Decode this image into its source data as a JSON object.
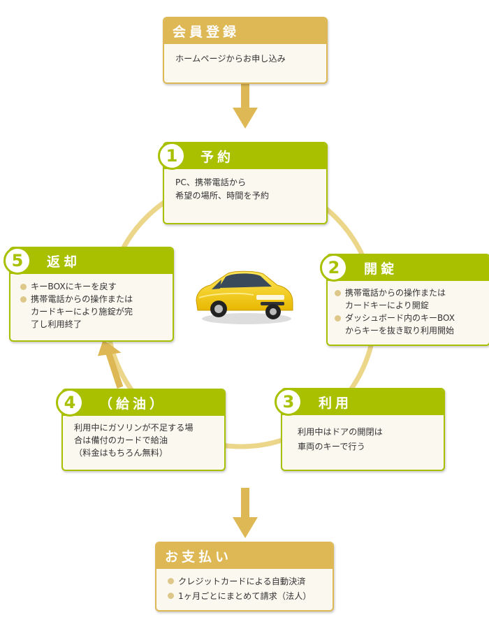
{
  "register": {
    "title": "会員登録",
    "text": "ホームページからお申し込み"
  },
  "steps": [
    {
      "number": "1",
      "title": "予約",
      "lines": [
        "PC、携帯電話から",
        "希望の場所、時間を予約"
      ]
    },
    {
      "number": "2",
      "title": "開錠",
      "bullets": [
        "携帯電話からの操作または\nカードキーにより開錠",
        "ダッシュボード内のキーBOX\nからキーを抜き取り利用開始"
      ]
    },
    {
      "number": "3",
      "title": "利用",
      "lines": [
        "利用中はドアの開閉は",
        "車両のキーで行う"
      ]
    },
    {
      "number": "4",
      "title": "（給油）",
      "lines": [
        "利用中にガソリンが不足する場",
        "合は備付のカードで給油",
        "（料金はもちろん無料）"
      ]
    },
    {
      "number": "5",
      "title": "返却",
      "bullets": [
        "キーBOXにキーを戻す",
        "携帯電話からの操作または\nカードキーにより施錠が完\n了し利用終了"
      ]
    }
  ],
  "payment": {
    "title": "お支払い",
    "bullets": [
      "クレジットカードによる自動決済",
      "1ヶ月ごとにまとめて請求（法人）"
    ]
  },
  "colors": {
    "gold": "#ddb855",
    "green": "#a8c000",
    "ring": "#ebd68a",
    "bullet": "#ddc88a"
  },
  "icons": {
    "car": "yellow-car-icon",
    "arrow": "down-arrow-icon"
  }
}
